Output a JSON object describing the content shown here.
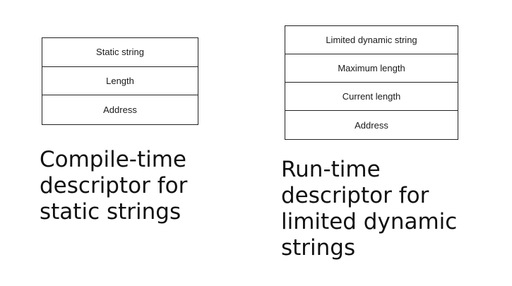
{
  "static_descriptor": {
    "fields": [
      "Static string",
      "Length",
      "Address"
    ],
    "caption": [
      "Compile-time",
      "descriptor for",
      "static strings"
    ]
  },
  "dynamic_descriptor": {
    "fields": [
      "Limited dynamic string",
      "Maximum length",
      "Current length",
      "Address"
    ],
    "caption": [
      "Run-time",
      "descriptor for",
      "limited dynamic",
      "strings"
    ]
  }
}
